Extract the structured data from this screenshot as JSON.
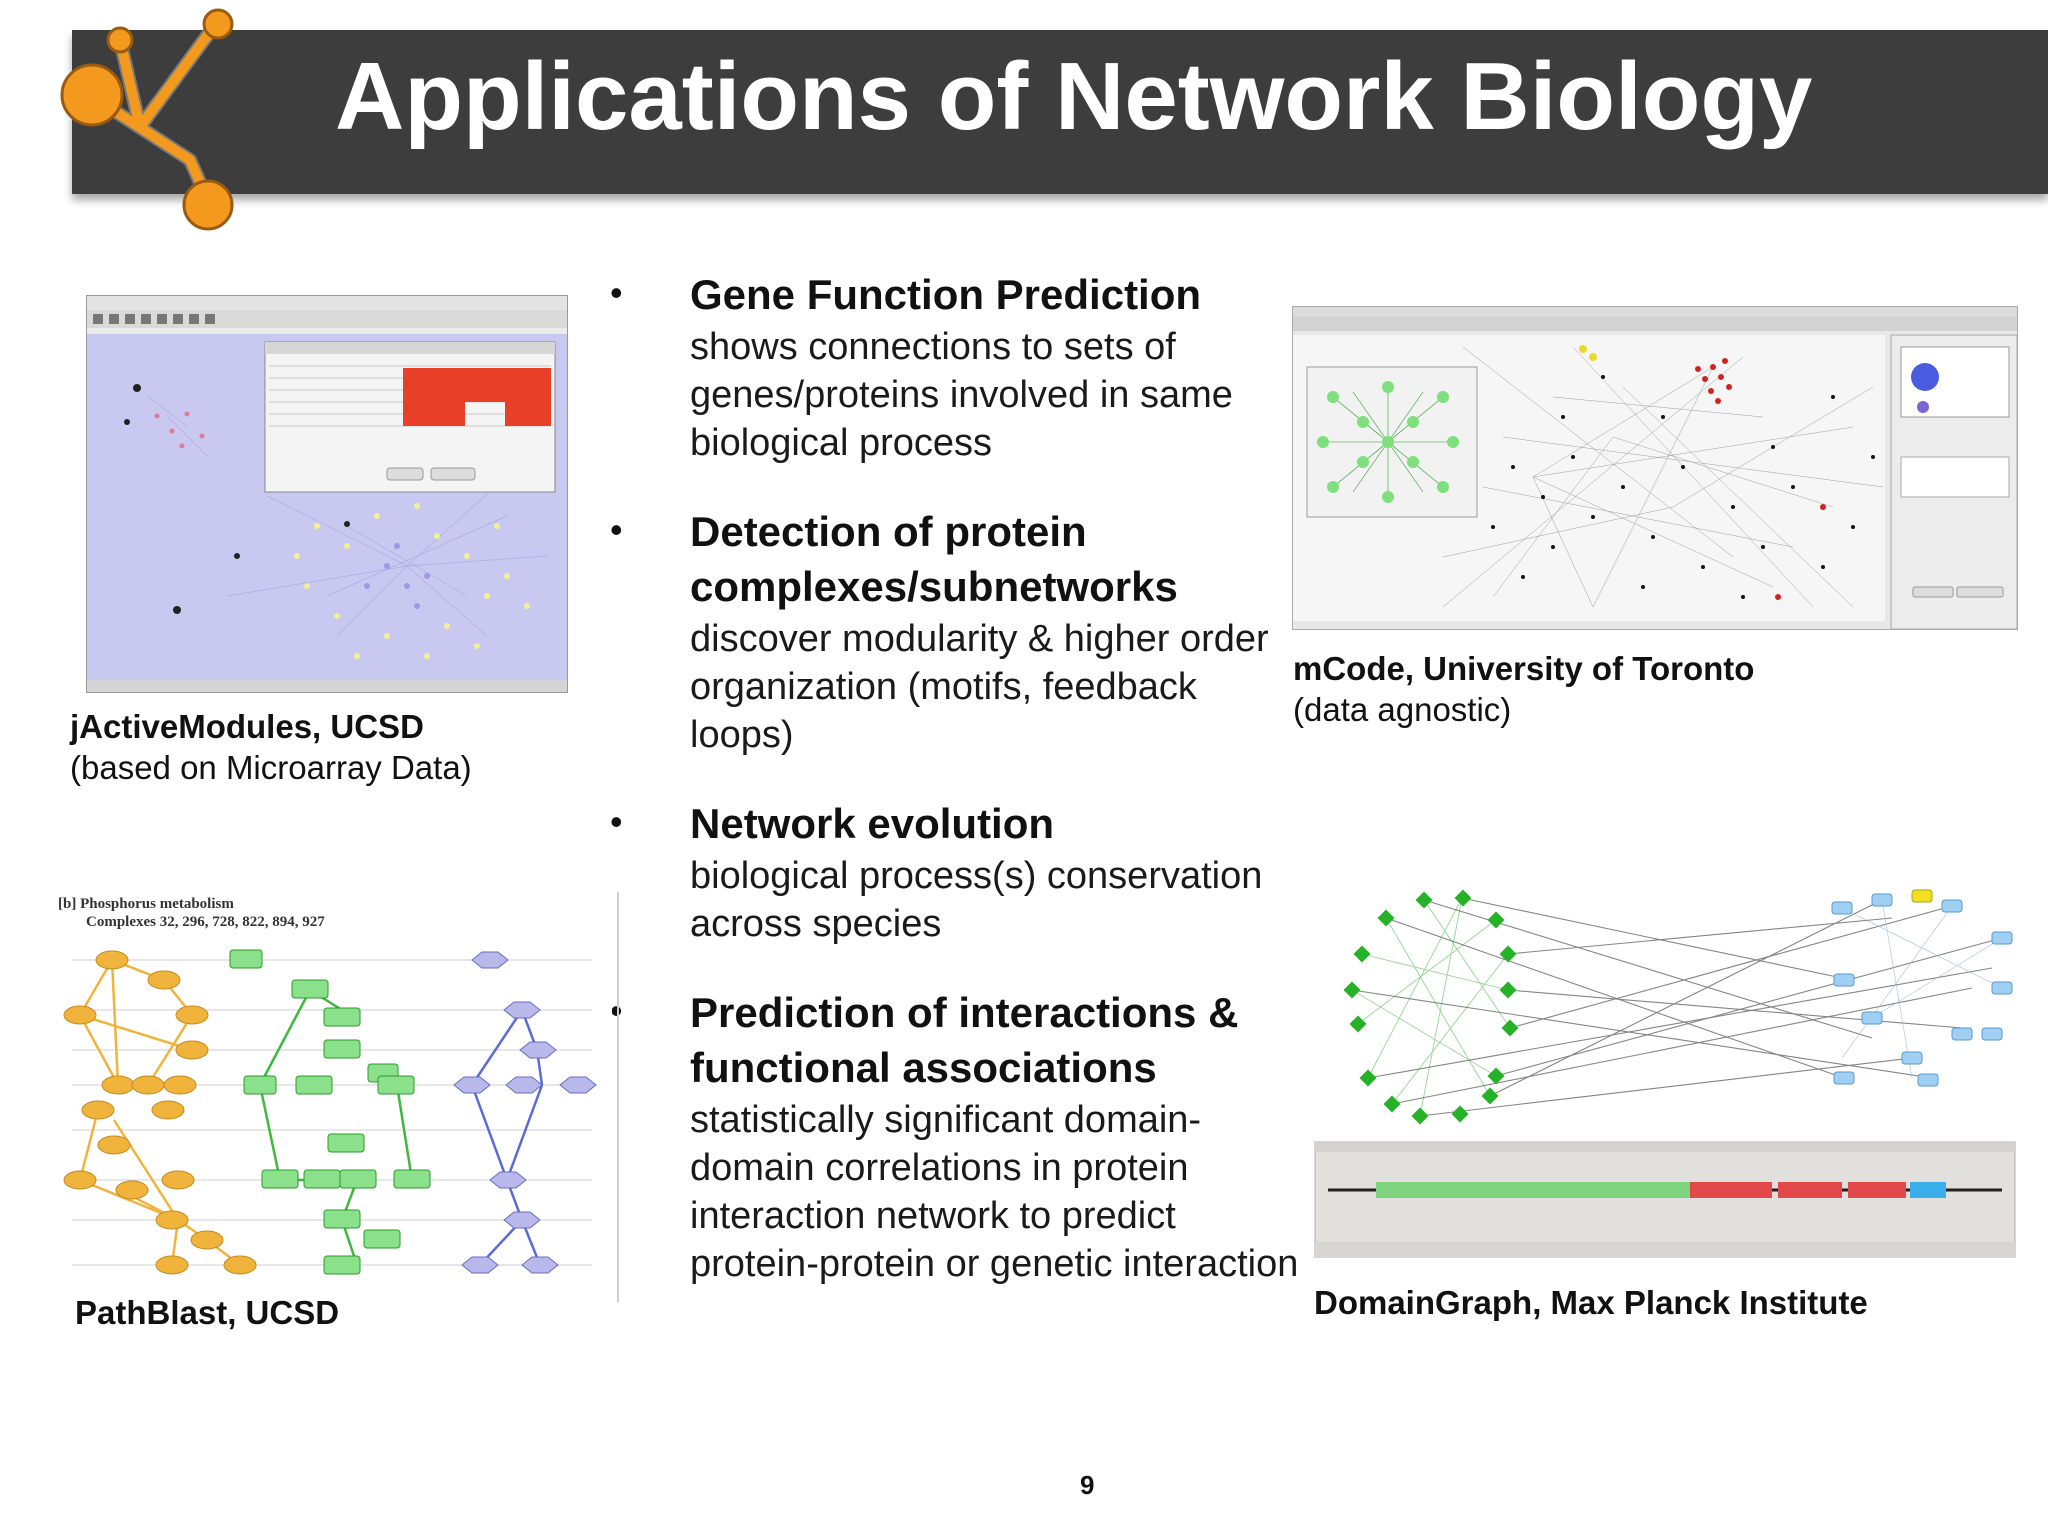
{
  "slide": {
    "title": "Applications of Network Biology",
    "page_number": "9"
  },
  "bullets": [
    {
      "heading": "Gene Function Prediction",
      "body": "shows connections to sets of genes/proteins involved in same biological process"
    },
    {
      "heading": "Detection of protein complexes/subnetworks",
      "body": "discover modularity & higher order organization (motifs, feedback loops)"
    },
    {
      "heading": "Network evolution",
      "body": "biological process(s) conservation across species"
    },
    {
      "heading": "Prediction of interactions & functional associations",
      "body": "statistically significant domain-domain correlations in protein interaction network to predict protein-protein or genetic interaction"
    }
  ],
  "captions": {
    "jactive": {
      "title": "jActiveModules, UCSD",
      "subtitle": "(based on Microarray Data)"
    },
    "mcode": {
      "title": "mCode, University of Toronto",
      "subtitle": "(data agnostic)"
    },
    "pathblast": {
      "title": "PathBlast, UCSD"
    },
    "domaingraph": {
      "title": "DomainGraph, Max Planck Institute"
    }
  },
  "pathblast_figure": {
    "header": "[b] Phosphorus metabolism",
    "subheader": "Complexes 32, 296, 728, 822, 894, 927"
  },
  "colors": {
    "title_bar": "#3d3d3d",
    "logo_orange": "#f39a1e",
    "jactive_bg": "#c9c8f0",
    "orange_nodes": "#f0b43c",
    "green_nodes": "#8be08b",
    "purple_nodes": "#b9b8ea",
    "mcode_green": "#7de07d",
    "mcode_red": "#d22222",
    "domain_green": "#7ed37e",
    "domain_red": "#e2474a",
    "domain_blue": "#3aaeea"
  }
}
